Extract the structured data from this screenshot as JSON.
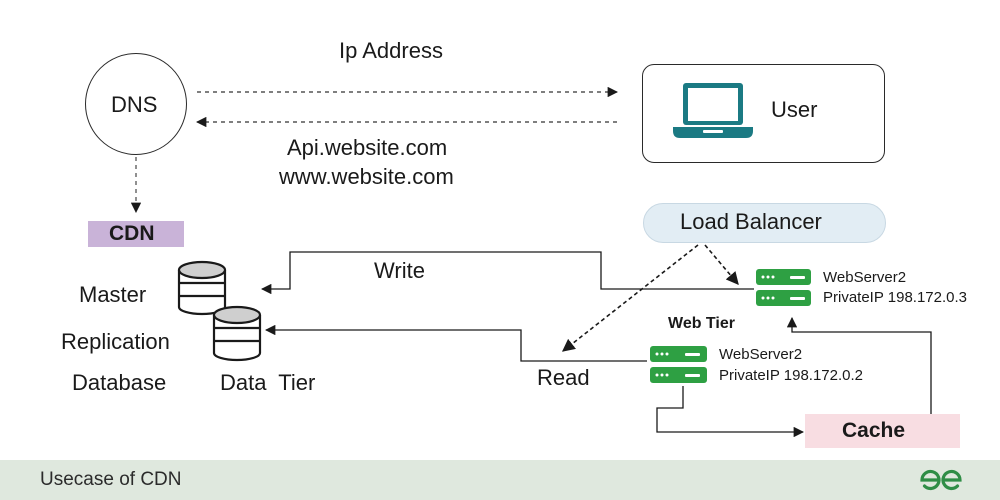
{
  "diagram": {
    "dns_label": "DNS",
    "ip_address_label": "Ip Address",
    "user_label": "User",
    "domains": [
      "Api.website.com",
      "www.website.com"
    ],
    "cdn_label": "CDN",
    "load_balancer_label": "Load Balancer",
    "write_label": "Write",
    "read_label": "Read",
    "master_label": "Master",
    "replication_label": "Replication",
    "database_label": "Database",
    "data_tier_label": "Data  Tier",
    "web_tier_label": "Web Tier",
    "web_server_top": {
      "name": "WebServer2",
      "ip": "PrivateIP 198.172.0.3"
    },
    "web_server_bottom": {
      "name": "WebServer2",
      "ip": "PrivateIP 198.172.0.2"
    },
    "cache_label": "Cache"
  },
  "footer": {
    "title": "Usecase of CDN",
    "logo": "geeksforgeeks-logo"
  },
  "colors": {
    "cdn_fill": "#c9b3d8",
    "load_balancer_fill": "#e2edf4",
    "cache_fill": "#f8dde2",
    "server_green": "#2ea043",
    "laptop_teal": "#1b7a83",
    "footer_fill": "#dfe8de",
    "logo_green": "#2f8d46"
  }
}
